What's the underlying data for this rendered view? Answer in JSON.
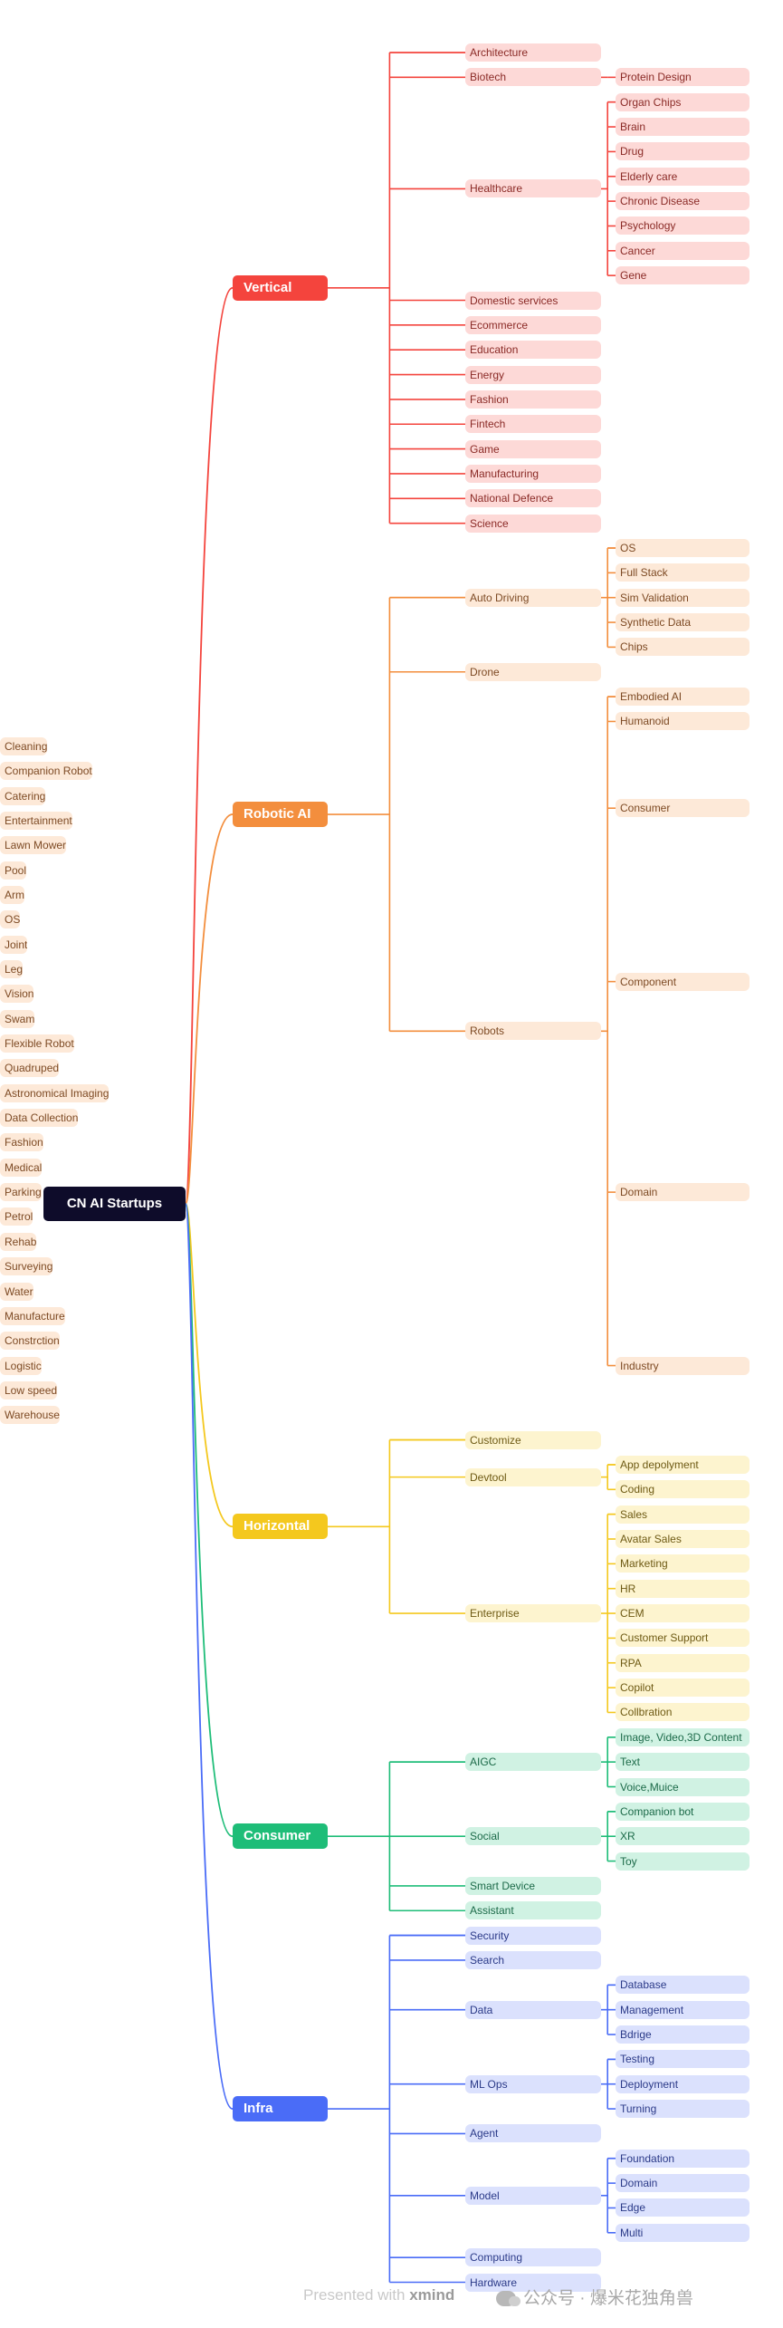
{
  "root": "CN AI Startups",
  "branches": [
    {
      "label": "Vertical",
      "color": "#f4443d",
      "tint": "#fdd9d7",
      "text": "#8a2a26",
      "children": [
        {
          "label": "Architecture"
        },
        {
          "label": "Biotech",
          "children": [
            {
              "label": "Protein Design"
            }
          ]
        },
        {
          "label": "Healthcare",
          "children": [
            {
              "label": "Organ Chips"
            },
            {
              "label": "Brain"
            },
            {
              "label": "Drug"
            },
            {
              "label": "Elderly care"
            },
            {
              "label": "Chronic Disease"
            },
            {
              "label": "Psychology"
            },
            {
              "label": "Cancer"
            },
            {
              "label": "Gene"
            }
          ]
        },
        {
          "label": "Domestic services"
        },
        {
          "label": "Ecommerce"
        },
        {
          "label": "Education"
        },
        {
          "label": "Energy"
        },
        {
          "label": "Fashion"
        },
        {
          "label": "Fintech"
        },
        {
          "label": "Game"
        },
        {
          "label": "Manufacturing"
        },
        {
          "label": "National Defence"
        },
        {
          "label": "Science"
        }
      ]
    },
    {
      "label": "Robotic AI",
      "color": "#f38e3d",
      "tint": "#fde9d8",
      "text": "#7d4a24",
      "children": [
        {
          "label": "Auto Driving",
          "children": [
            {
              "label": "OS"
            },
            {
              "label": "Full Stack"
            },
            {
              "label": "Sim Validation"
            },
            {
              "label": "Synthetic Data"
            },
            {
              "label": "Chips"
            }
          ]
        },
        {
          "label": "Drone"
        },
        {
          "label": "Robots",
          "children": [
            {
              "label": "Embodied AI"
            },
            {
              "label": "Humanoid"
            },
            {
              "label": "Consumer",
              "children": [
                {
                  "label": "Cleaning"
                },
                {
                  "label": "Companion Robot"
                },
                {
                  "label": "Catering"
                },
                {
                  "label": "Entertainment"
                },
                {
                  "label": "Lawn Mower"
                },
                {
                  "label": "Pool"
                }
              ]
            },
            {
              "label": "Component",
              "children": [
                {
                  "label": "Arm"
                },
                {
                  "label": "OS"
                },
                {
                  "label": "Joint"
                },
                {
                  "label": "Leg"
                },
                {
                  "label": "Vision"
                },
                {
                  "label": "Swam"
                },
                {
                  "label": "Flexible Robot"
                },
                {
                  "label": "Quadruped"
                }
              ]
            },
            {
              "label": "Domain",
              "children": [
                {
                  "label": "Astronomical Imaging"
                },
                {
                  "label": "Data Collection"
                },
                {
                  "label": "Fashion"
                },
                {
                  "label": "Medical"
                },
                {
                  "label": "Parking"
                },
                {
                  "label": "Petrol"
                },
                {
                  "label": "Rehab"
                },
                {
                  "label": "Surveying"
                },
                {
                  "label": "Water"
                }
              ]
            },
            {
              "label": "Industry",
              "children": [
                {
                  "label": "Manufacture"
                },
                {
                  "label": "Constrction"
                },
                {
                  "label": "Logistic"
                },
                {
                  "label": "Low speed"
                },
                {
                  "label": "Warehouse"
                }
              ]
            }
          ]
        }
      ]
    },
    {
      "label": "Horizontal",
      "color": "#f4c81e",
      "tint": "#fdf4cf",
      "text": "#6e5a14",
      "children": [
        {
          "label": "Customize"
        },
        {
          "label": "Devtool",
          "children": [
            {
              "label": "App depolyment"
            },
            {
              "label": "Coding"
            }
          ]
        },
        {
          "label": "Enterprise",
          "children": [
            {
              "label": "Sales"
            },
            {
              "label": "Avatar Sales"
            },
            {
              "label": "Marketing"
            },
            {
              "label": "HR"
            },
            {
              "label": "CEM"
            },
            {
              "label": "Customer Support"
            },
            {
              "label": "RPA"
            },
            {
              "label": "Copilot"
            },
            {
              "label": "Collbration"
            }
          ]
        }
      ]
    },
    {
      "label": "Consumer",
      "color": "#1ebd78",
      "tint": "#d0f2e3",
      "text": "#1c6a49",
      "children": [
        {
          "label": "AIGC",
          "children": [
            {
              "label": "Image, Video,3D Content"
            },
            {
              "label": "Text"
            },
            {
              "label": "Voice,Muice"
            }
          ]
        },
        {
          "label": "Social",
          "children": [
            {
              "label": "Companion bot"
            },
            {
              "label": "XR"
            },
            {
              "label": "Toy"
            }
          ]
        },
        {
          "label": "Smart Device"
        },
        {
          "label": "Assistant"
        }
      ]
    },
    {
      "label": "Infra",
      "color": "#4a6cf7",
      "tint": "#dbe1fd",
      "text": "#2b3a88",
      "children": [
        {
          "label": "Security"
        },
        {
          "label": "Search"
        },
        {
          "label": "Data",
          "children": [
            {
              "label": "Database"
            },
            {
              "label": "Management"
            },
            {
              "label": "Bdrige"
            }
          ]
        },
        {
          "label": "ML Ops",
          "children": [
            {
              "label": "Testing"
            },
            {
              "label": "Deployment"
            },
            {
              "label": "Turning"
            }
          ]
        },
        {
          "label": "Agent"
        },
        {
          "label": "Model",
          "children": [
            {
              "label": "Foundation"
            },
            {
              "label": "Domain"
            },
            {
              "label": "Edge"
            },
            {
              "label": "Multi"
            }
          ]
        },
        {
          "label": "Computing"
        },
        {
          "label": "Hardware"
        }
      ]
    }
  ],
  "footer": {
    "prefix": "Presented with",
    "brand": "xmind"
  },
  "watermark": "公众号 · 爆米花独角兽"
}
